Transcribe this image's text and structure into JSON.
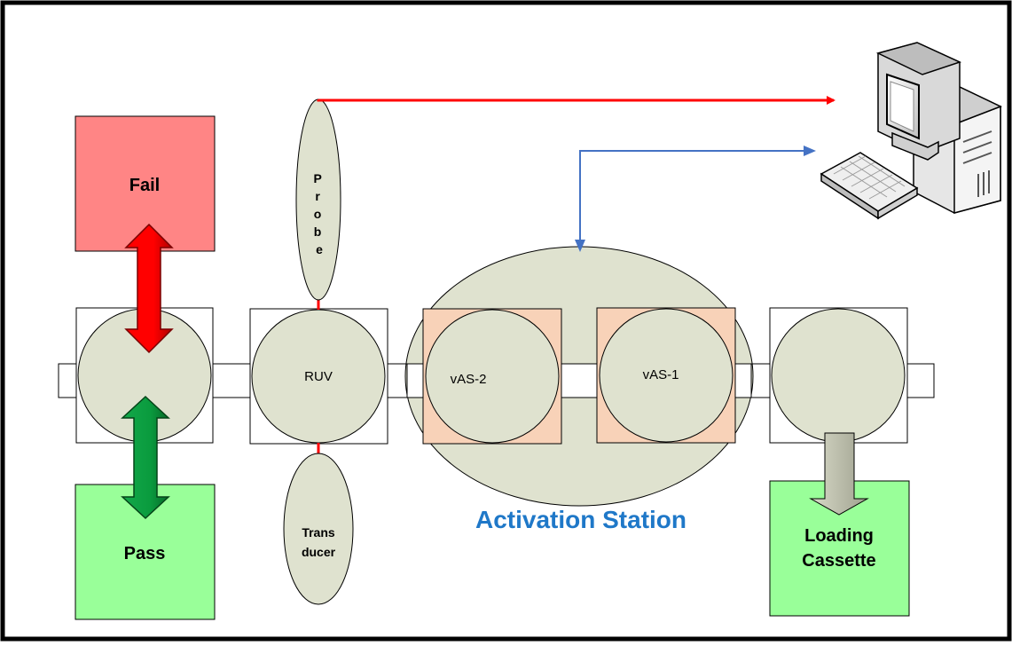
{
  "labels": {
    "fail": "Fail",
    "pass": "Pass",
    "probe": "Probe",
    "transducer_line1": "Trans",
    "transducer_line2": "ducer",
    "ruv": "RUV",
    "vas2": "vAS-2",
    "vas1": "vAS-1",
    "activation_station": "Activation Station",
    "loading_line1": "Loading",
    "loading_line2": "Cassette"
  },
  "colors": {
    "frame": "#000000",
    "fail_box": "#ff8585",
    "pass_box": "#99ff99",
    "loading_box": "#99ff99",
    "station_fill": "#dfe2cf",
    "vas_box": "#f8d2b8",
    "red_arrow": "#ff0000",
    "green_arrow": "#0a9b3e",
    "blue_line": "#4472c4",
    "activation_text": "#1f78c8",
    "gray_arrow": "#c7c9b6"
  },
  "icons": {
    "computer": "desktop-computer-icon"
  }
}
